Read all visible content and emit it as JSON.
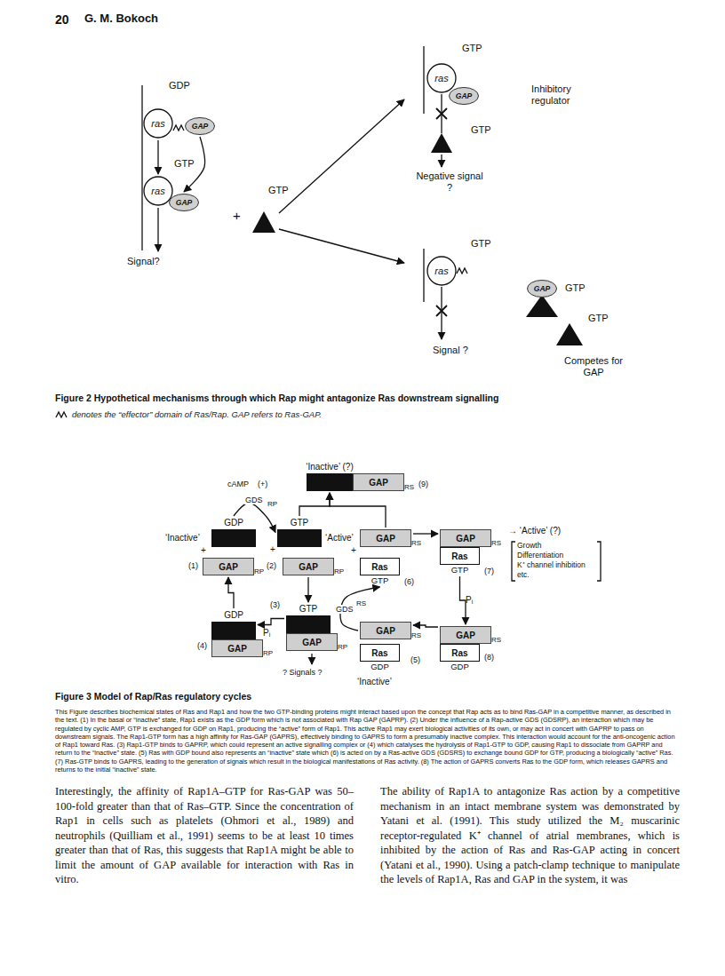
{
  "diagram": {
    "nodes": [
      {
        "text": [
          "ras"
        ]
      },
      {
        "text": [
          "ras"
        ]
      },
      {
        "text": [
          "GAP"
        ]
      },
      {
        "text": [
          "GAP"
        ]
      },
      {
        "text": [
          "ras"
        ]
      },
      {
        "text": [
          "GAP"
        ]
      },
      {
        "text": [
          "ras"
        ]
      },
      {
        "text": [
          "GAP"
        ]
      },
      {
        "text": [
          "GDP"
        ]
      },
      {
        "text": [
          "GAP",
          "RP"
        ]
      },
      {
        "text": [
          "GTP"
        ]
      },
      {
        "text": [
          "GAP",
          "RP"
        ]
      },
      {
        "text": [
          "‘Inactive’ (?)"
        ]
      },
      {
        "text": [
          "GAP",
          "RS"
        ]
      },
      {
        "text": [
          "GAP",
          "RS"
        ]
      },
      {
        "text": [
          "Ras",
          "GTP"
        ]
      },
      {
        "text": [
          "GAP",
          "RS"
        ]
      },
      {
        "text": [
          "Ras",
          "GTP"
        ]
      },
      {
        "text": [
          "GAP",
          "RS"
        ]
      },
      {
        "text": [
          "Ras",
          "GDP"
        ]
      },
      {
        "text": [
          "GAP",
          "RS"
        ]
      },
      {
        "text": [
          "Ras",
          "GDP"
        ]
      },
      {
        "text": [
          "GTP"
        ]
      },
      {
        "text": [
          "GAP",
          "RP"
        ]
      },
      {
        "text": [
          "GDP"
        ]
      },
      {
        "text": [
          "GAP",
          "RP"
        ]
      }
    ],
    "edges": [
      {
        "from": 0,
        "to": 1,
        "arrow": "to"
      },
      {
        "from": 3,
        "to": 2,
        "arrow": "to"
      },
      {
        "from": 8,
        "to": 10,
        "label": "GDS",
        "arrow": "to"
      },
      {
        "from": 11,
        "to": 22,
        "arrow": "to"
      },
      {
        "from": 22,
        "to": 24,
        "arrow": "to"
      },
      {
        "from": 24,
        "to": 9,
        "arrow": "to"
      },
      {
        "from": 10,
        "to": 12,
        "arrow": "to"
      },
      {
        "from": 14,
        "to": 12,
        "arrow": "to"
      },
      {
        "from": 14,
        "to": 16,
        "arrow": "to"
      },
      {
        "from": 17,
        "to": 18,
        "arrow": "to"
      },
      {
        "from": 18,
        "to": 20,
        "arrow": "to"
      },
      {
        "from": 20,
        "to": 15,
        "label": "GDS",
        "arrow": "to"
      }
    ],
    "labels": [
      "20",
      "G. M. Bokoch",
      "GDP",
      "GTP",
      "Signal?",
      "+",
      "GTP",
      "GTP",
      "GTP",
      "Inhibitory regulator",
      "Negative signal ?",
      "GTP",
      "Signal ?",
      "GTP",
      "GTP",
      "Competes for GAP",
      "Figure 2 Hypothetical mechanisms through which Rap might antagonize Ras downstream signalling",
      "‘Inactive’",
      "(1)",
      "+",
      "RP",
      "cAMP",
      "(+)",
      "+",
      "‘Active’",
      "(2)",
      "(9)",
      "+",
      "(6)",
      "(7)",
      "→ ‘Active’ (?)",
      "Growth",
      "Differentiation",
      "K⁺ channel inhibition",
      "etc.",
      "Pᵢ",
      "(8)",
      "(5)",
      "‘Inactive’",
      "RS",
      "(3)",
      "Pᵢ",
      "? Signals ?",
      "(4)",
      "Figure 3 Model of Rap/Ras regulatory cycles",
      "This Figure describes biochemical states of Ras and Rap1 and how the two GTP-binding proteins might interact based upon the concept that Rap acts as to bind Ras-GAP in a competitive manner, as described in the text. (1) In the basal or “inactive” state, Rap1 exists as the GDP form which is not associated with Rap GAP (GAPRP). (2) Under the influence of a Rap-active GDS (GDSRP), an interaction which may be regulated by cyclic AMP, GTP is exchanged for GDP on Rap1, producing the “active” form of Rap1. This active Rap1 may exert biological activities of its own, or may act in concert with GAPRP to pass on downstream signals. The Rap1-GTP form has a high affinity for Ras-GAP (GAPRS), effectively binding to GAPRS to form a presumably inactive complex. This interaction would account for the anti-oncogenic action of Rap1 toward Ras. (3) Rap1-GTP binds to GAPRP, which could represent an active signalling complex or (4) which catalyses the hydrolysis of Rap1-GTP to GDP, causing Rap1 to dissociate from GAPRP and return to the “inactive” state. (5) Ras with GDP bound also represents an “inactive” state which (6) is acted on by a Ras-active GDS (GDSRS) to exchange bound GDP for GTP, producing a biologically “active” Ras. (7) Ras-GTP binds to GAPRS, leading to the generation of signals which result in the biological manifestations of Ras activity. (8) The action of GAPRS converts Ras to the GDP form, which releases GAPRS and returns to the initial “inactive” state.",
      "Interestingly, the affinity of Rap1A–GTP for Ras-GAP was 50–100-fold greater than that of Ras–GTP. Since the concentration of Rap1 in cells such as platelets (Ohmori et al., 1989) and neutrophils (Quilliam et al., 1991) seems to be at least 10 times greater than that of Ras, this suggests that Rap1A might be able to limit the amount of GAP available for interaction with Ras in vitro.",
      "The ability of Rap1A to antagonize Ras action by a competitive mechanism in an intact membrane system was demonstrated by Yatani et al. (1991). This study utilized the M₂ muscarinic receptor-regulated K⁺ channel of atrial membranes, which is inhibited by the action of Ras and Ras-GAP acting in concert (Yatani et al., 1990). Using a patch-clamp technique to manipulate the levels of Rap1A, Ras and GAP in the system, it was"
    ],
    "legend": [
      {
        "text": "denotes the “effector” domain of Ras/Rap. GAP refers to Ras-GAP."
      }
    ]
  }
}
